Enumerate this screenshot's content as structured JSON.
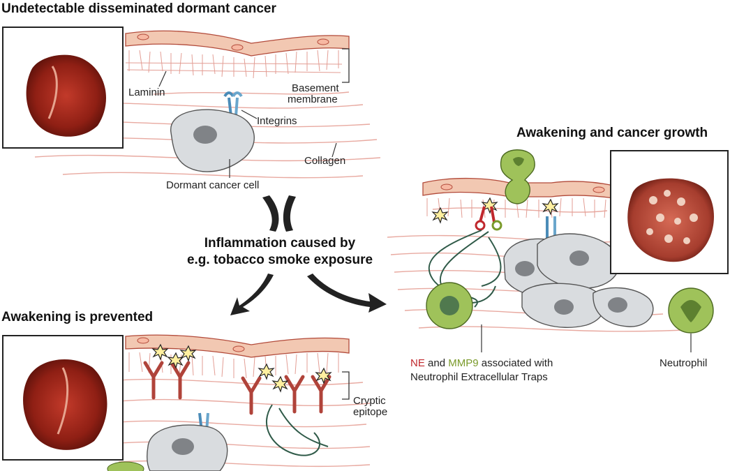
{
  "titles": {
    "top": "Undetectable disseminated dormant cancer",
    "right": "Awakening and cancer growth",
    "bottom_left": "Awakening is prevented"
  },
  "center_caption": {
    "line1": "Inflammation caused by",
    "line2": "e.g. tobacco smoke exposure"
  },
  "labels": {
    "laminin": "Laminin",
    "basement_membrane_line1": "Basement",
    "basement_membrane_line2": "membrane",
    "integrins": "Integrins",
    "collagen": "Collagen",
    "dormant_cancer_cell": "Dormant cancer cell",
    "cryptic_line1": "Cryptic",
    "cryptic_line2": "epitope",
    "neutrophil": "Neutrophil"
  },
  "net_caption": {
    "ne": "NE",
    "and": " and ",
    "mmp9": "MMP9",
    "rest": " associated with",
    "line2": "Neutrophil Extracellular Traps"
  },
  "colors": {
    "ne": "#c0282d",
    "mmp9": "#7a9a2a",
    "membrane": "#f0c9b5",
    "collagen": "#e8a9a0",
    "cell": "#d9dcdf",
    "neutrophil": "#9fc25a",
    "integrin": "#6aa6cc"
  }
}
